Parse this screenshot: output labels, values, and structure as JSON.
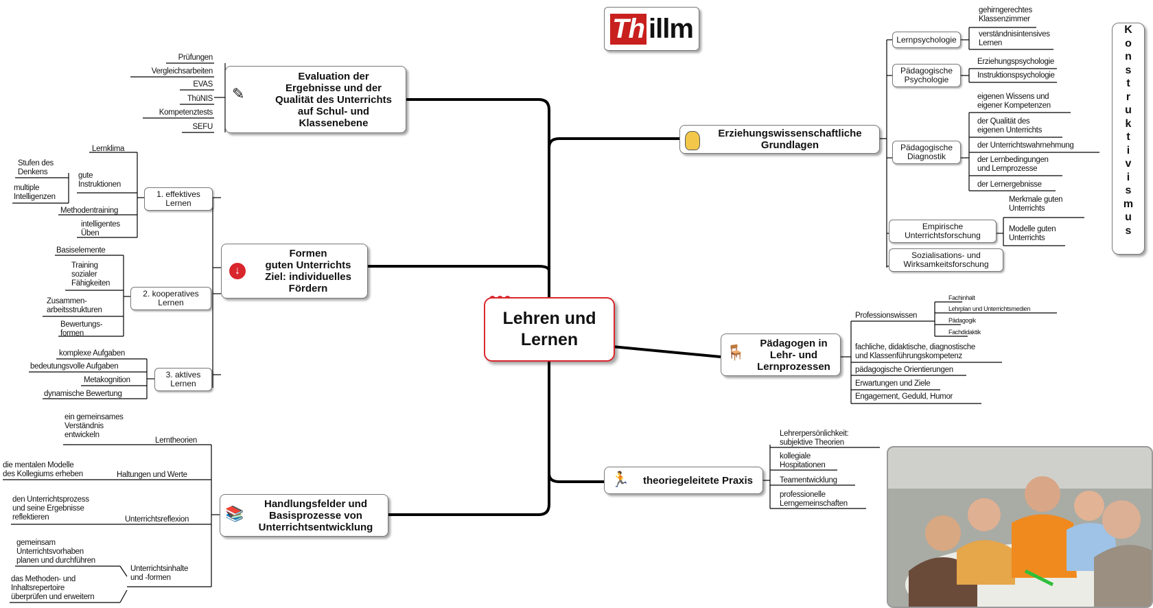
{
  "logo": {
    "text": "Thillm",
    "prefix": "Th",
    "rest": "illm"
  },
  "center": {
    "title": "Lehren und\nLernen"
  },
  "vertical_word": "Konstruktivismus",
  "nodes": {
    "evaluation": {
      "title": "Evaluation der\nErgebnisse und der\nQualität des Unterrichts\nauf Schul- und\nKlassenebene",
      "icon": "pencil-notepad-icon",
      "leaves": [
        "Prüfungen",
        "Vergleichsarbeiten",
        "EVAS",
        "ThüNIS",
        "Kompetenztests",
        "SEFU"
      ]
    },
    "formen": {
      "title": "Formen\nguten  Unterrichts\nZiel:  individuelles\nFördern",
      "icon": "down-arrow-circle-icon",
      "sub1": {
        "label": "1. effektives\nLernen",
        "leaves": [
          "Lernklima",
          "gute\nInstruktionen",
          "Methodentraining",
          "intelligentes\nÜben"
        ],
        "subleaves": [
          "Stufen des\nDenkens",
          "multiple\nIntelligenzen"
        ]
      },
      "sub2": {
        "label": "2. kooperatives\nLernen",
        "leaves": [
          "Basiselemente",
          "Training\nsozialer\nFähigkeiten",
          "Zusammen-\narbeitsstrukturen",
          "Bewertungs-\nformen"
        ]
      },
      "sub3": {
        "label": "3. aktives\nLernen",
        "leaves": [
          "komplexe Aufgaben",
          "bedeutungsvolle Aufgaben",
          "Metakognition",
          "dynamische Bewertung"
        ]
      }
    },
    "handlung": {
      "title": "Handlungsfelder und\nBasisprozesse von\nUnterrichtsentwicklung",
      "icon": "books-icon",
      "leaves": [
        "Lerntheorien",
        "Haltungen und Werte",
        "Unterrichtsreflexion",
        "Unterrichtsinhalte\nund -formen"
      ],
      "subleaves": [
        "ein gemeinsames\nVerständnis\nentwickeln",
        "die mentalen Modelle\ndes Kollegiums erheben",
        "den Unterrichtsprozess\nund seine Ergebnisse\nreflektieren",
        "gemeinsam\nUnterrichtsvorhaben\nplanen und durchführen",
        "das Methoden- und\nInhaltsrepertoire\nüberprüfen und erweitern"
      ]
    },
    "erziehung": {
      "title": "Erziehungswissenschaftliche\nGrundlagen",
      "icon": "person-icon",
      "subs": [
        "Lernpsychologie",
        "Pädagogische\nPsychologie",
        "Pädagogische\nDiagnostik",
        "Empirische\nUnterrichtsforschung",
        "Sozialisations- und\nWirksamkeitsforschung"
      ],
      "leaves_lern": [
        "gehirngerechtes\nKlassenzimmer",
        "verständnisintensives\nLernen"
      ],
      "leaves_paed": [
        "Erziehungspsychologie",
        "Instruktionspsychologie"
      ],
      "leaves_diag": [
        "eigenen Wissens und\neigener Kompetenzen",
        "der Qualität des\neigenen Unterrichts",
        "der Unterrichtswahrnehmung",
        "der Lernbedingungen\nund Lernprozesse",
        "der Lernergebnisse"
      ],
      "leaves_emp": [
        "Merkmale guten\nUnterrichts",
        "Modelle guten\nUnterrichts"
      ]
    },
    "paedagogen": {
      "title": "Pädagogen in\nLehr- und\nLernprozessen",
      "icon": "desk-icon",
      "leaves": [
        "Professionswissen",
        "fachliche, didaktische, diagnostische\nund Klassenführungskompetenz",
        "pädagogische Orientierungen",
        "Erwartungen und Ziele",
        "Engagement, Geduld, Humor"
      ],
      "subleaves": [
        "Fachinhalt",
        "Lehrplan und Unterrichtsmedien",
        "Pädagogik",
        "Fachdidaktik"
      ]
    },
    "praxis": {
      "title": "theoriegeleitete Praxis",
      "icon": "figure-icon",
      "leaves": [
        "Lehrerpersönlichkeit:\nsubjektive Theorien",
        "kollegiale\nHospitationen",
        "Teamentwicklung",
        "professionelle\nLerngemeinschaften"
      ]
    }
  },
  "colors": {
    "accent": "#d9262c",
    "line": "#000000"
  }
}
